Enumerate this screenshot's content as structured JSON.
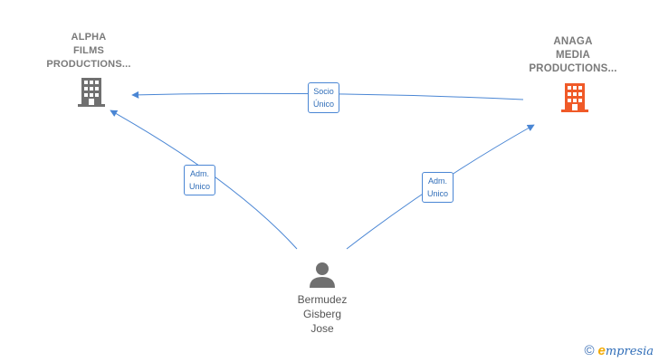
{
  "nodes": {
    "alpha": {
      "label_lines": [
        "ALPHA",
        "FILMS",
        "PRODUCTIONS..."
      ],
      "icon": "building-icon",
      "color": "#707070"
    },
    "anaga": {
      "label_lines": [
        "ANAGA",
        "MEDIA",
        "PRODUCTIONS..."
      ],
      "icon": "building-icon",
      "color": "#f05a28"
    },
    "person": {
      "label_lines": [
        "Bermudez",
        "Gisberg",
        "Jose"
      ],
      "icon": "person-icon",
      "color": "#707070"
    }
  },
  "edges": [
    {
      "id": "anaga-to-alpha",
      "label_lines": [
        "Socio",
        "Único"
      ]
    },
    {
      "id": "person-to-alpha",
      "label_lines": [
        "Adm.",
        "Unico"
      ]
    },
    {
      "id": "person-to-anaga",
      "label_lines": [
        "Adm.",
        "Unico"
      ]
    }
  ],
  "edge_color": "#4a86d4",
  "brand": {
    "copyright_symbol": "©",
    "logo_initial": "e",
    "logo_rest": "mpresia"
  }
}
